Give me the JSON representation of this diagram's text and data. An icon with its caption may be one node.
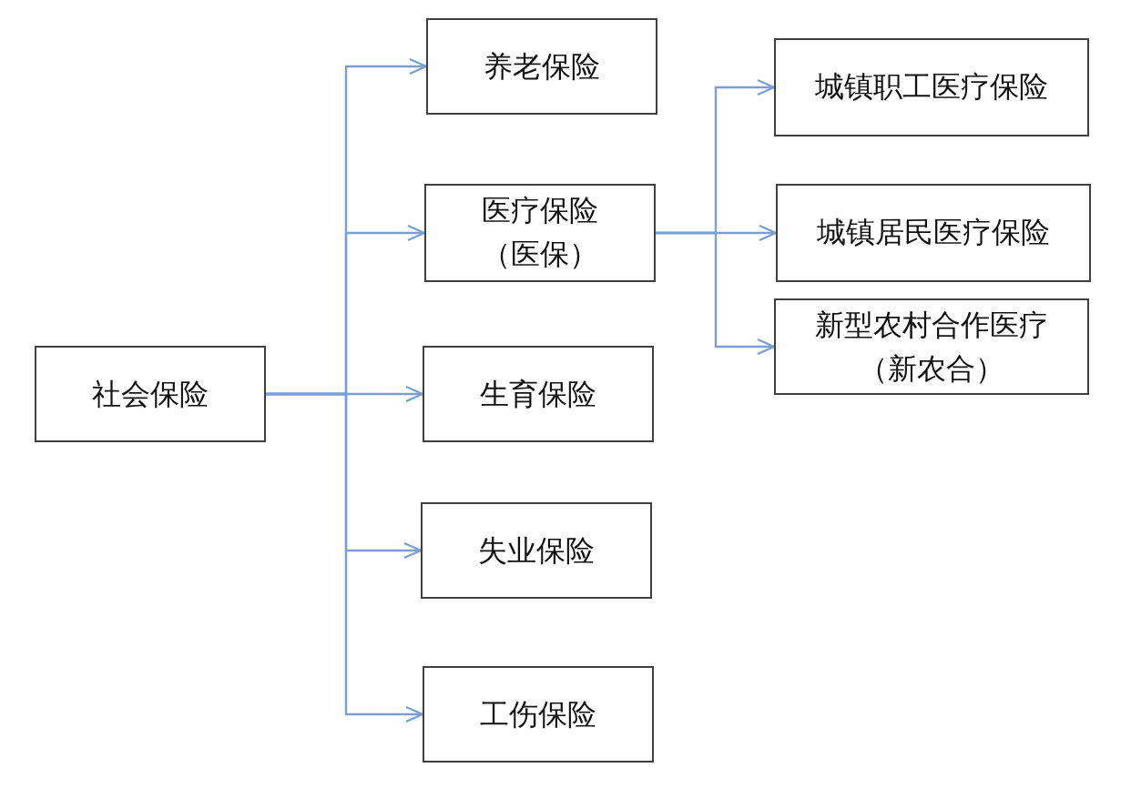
{
  "diagram": {
    "nodes": [
      {
        "text": [
          "社会保险"
        ]
      },
      {
        "text": [
          "养老保险"
        ]
      },
      {
        "text": [
          "医疗保险（医保）"
        ]
      },
      {
        "text": [
          "生育保险"
        ]
      },
      {
        "text": [
          "失业保险"
        ]
      },
      {
        "text": [
          "工伤保险"
        ]
      },
      {
        "text": [
          "城镇职工医疗保险"
        ]
      },
      {
        "text": [
          "城镇居民医疗保险"
        ]
      },
      {
        "text": [
          "新型农村合作医疗（新农合）"
        ]
      }
    ],
    "edges": [
      {
        "from": 0,
        "to": 1,
        "arrow": "to"
      },
      {
        "from": 0,
        "to": 2,
        "arrow": "to"
      },
      {
        "from": 0,
        "to": 3,
        "arrow": "to"
      },
      {
        "from": 0,
        "to": 4,
        "arrow": "to"
      },
      {
        "from": 0,
        "to": 5,
        "arrow": "to"
      },
      {
        "from": 2,
        "to": 6,
        "arrow": "to"
      },
      {
        "from": 2,
        "to": 7,
        "arrow": "to"
      },
      {
        "from": 2,
        "to": 8,
        "arrow": "to"
      }
    ]
  }
}
